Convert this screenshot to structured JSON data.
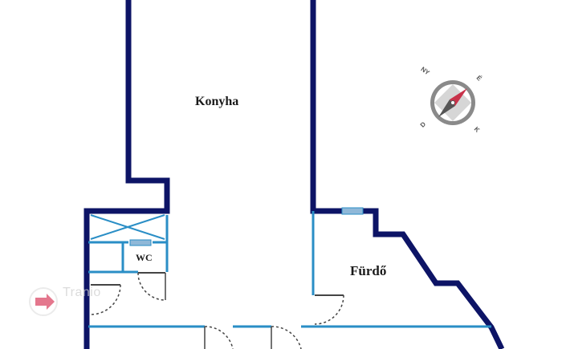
{
  "rooms": {
    "kitchen": "Konyha",
    "bathroom": "Fürdő",
    "wc": "WC"
  },
  "compass": {
    "nw": "NY",
    "ne": "É",
    "sw": "D",
    "se": "K"
  },
  "watermark": {
    "text": "Tranio"
  },
  "colors": {
    "outer_wall": "#0d1466",
    "inner_wall": "#2a8ec6",
    "window": "#8fb8d8",
    "door": "#444444",
    "compass_body": "#8a8a8a",
    "compass_needle": "#c8324a",
    "watermark": "#e0607a"
  }
}
